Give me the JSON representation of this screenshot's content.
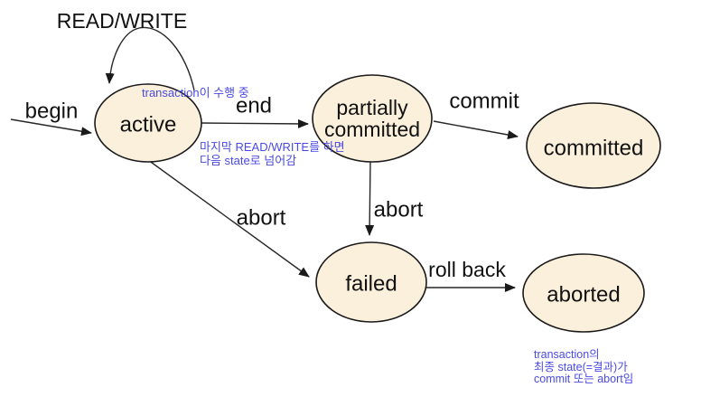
{
  "states": {
    "active": {
      "label": "active"
    },
    "partially_committed": {
      "label_line1": "partially",
      "label_line2": "committed"
    },
    "committed": {
      "label": "committed"
    },
    "failed": {
      "label": "failed"
    },
    "aborted": {
      "label": "aborted"
    }
  },
  "transitions": {
    "read_write": "READ/WRITE",
    "begin": "begin",
    "end": "end",
    "commit": "commit",
    "abort_from_partially_committed": "abort",
    "abort_from_active": "abort",
    "roll_back": "roll back"
  },
  "annotations": {
    "active_note": "transaction이 수행 중",
    "end_note_line1": "마지막 READ/WRITE를 하면",
    "end_note_line2": "다음 state로 넘어감",
    "final_note_line1": "transaction의",
    "final_note_line2": "최종 state(=결과)가",
    "final_note_line3": "commit 또는 abort임"
  },
  "colors": {
    "state_fill": "#FBF0DC",
    "state_stroke": "#1a1a1a",
    "annotation_blue": "#4A4AE5",
    "label_black": "#111111"
  }
}
